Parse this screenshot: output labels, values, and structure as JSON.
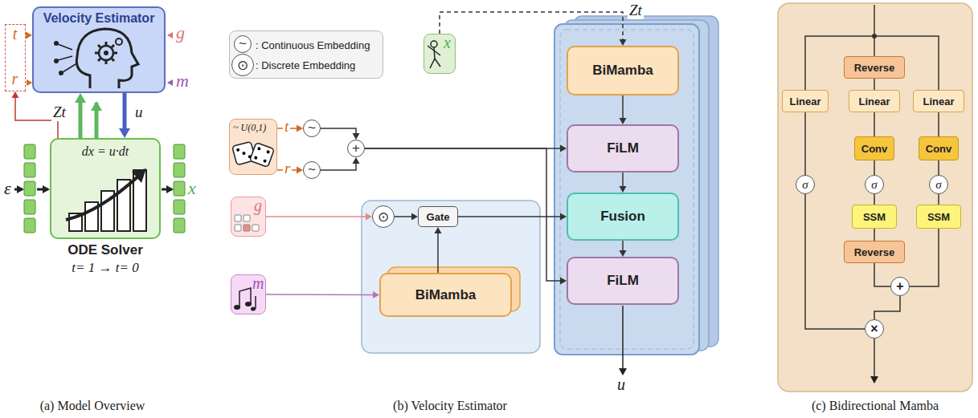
{
  "diagram": {
    "nodes": [
      {
        "text": [
          "Velocity Estimator"
        ]
      },
      {
        "text": [
          "dx = u·dt",
          "ODE Solver",
          "t= 1 → t= 0"
        ]
      },
      {
        "text": [
          "t",
          "r"
        ]
      },
      {
        "text": [
          ": Continuous Embedding",
          ": Discrete Embedding"
        ]
      },
      {
        "text": [
          "~"
        ],
        "in": 3
      },
      {
        "text": [
          "⊙"
        ],
        "in": 3
      },
      {
        "text": [
          "~ U(0,1)"
        ]
      },
      {
        "text": [
          "~"
        ]
      },
      {
        "text": [
          "~"
        ]
      },
      {
        "text": [
          "+"
        ]
      },
      {
        "text": [
          "g"
        ]
      },
      {
        "text": [
          "m"
        ]
      },
      {
        "text": [
          "⊙"
        ]
      },
      {
        "text": [
          "Gate"
        ]
      },
      {
        "text": [
          "BiMamba"
        ]
      },
      {
        "text": [
          "x"
        ]
      },
      {
        "text": [
          "BiMamba"
        ]
      },
      {
        "text": [
          "FiLM"
        ]
      },
      {
        "text": [
          "Fusion"
        ]
      },
      {
        "text": [
          "FiLM"
        ]
      },
      {
        "text": [
          "Linear"
        ]
      },
      {
        "text": [
          "Reverse"
        ]
      },
      {
        "text": [
          "Linear"
        ]
      },
      {
        "text": [
          "Linear"
        ]
      },
      {
        "text": [
          "Conv"
        ]
      },
      {
        "text": [
          "Conv"
        ]
      },
      {
        "text": [
          "σ"
        ]
      },
      {
        "text": [
          "σ"
        ]
      },
      {
        "text": [
          "σ"
        ]
      },
      {
        "text": [
          "SSM"
        ]
      },
      {
        "text": [
          "SSM"
        ]
      },
      {
        "text": [
          "Reverse"
        ]
      },
      {
        "text": [
          "+"
        ]
      },
      {
        "text": [
          "×"
        ]
      }
    ],
    "edges": [
      {
        "from": 2,
        "to": 0,
        "arrow": "to"
      },
      {
        "from": 1,
        "to": 0,
        "label": "Zt",
        "arrow": "to"
      },
      {
        "from": 0,
        "to": 1,
        "label": "u",
        "arrow": "to"
      },
      {
        "from": 1,
        "to": 2,
        "arrow": "to"
      },
      {
        "from": 6,
        "to": 7,
        "label": "t",
        "arrow": "to"
      },
      {
        "from": 6,
        "to": 8,
        "label": "r",
        "arrow": "to"
      },
      {
        "from": 7,
        "to": 9,
        "arrow": "to"
      },
      {
        "from": 8,
        "to": 9,
        "arrow": "to"
      },
      {
        "from": 9,
        "to": 17,
        "arrow": "to"
      },
      {
        "from": 9,
        "to": 19,
        "arrow": "to"
      },
      {
        "from": 10,
        "to": 12,
        "arrow": "to"
      },
      {
        "from": 11,
        "to": 14,
        "arrow": "to"
      },
      {
        "from": 12,
        "to": 13,
        "arrow": "to"
      },
      {
        "from": 14,
        "to": 13,
        "arrow": "to"
      },
      {
        "from": 13,
        "to": 18,
        "arrow": "to"
      },
      {
        "from": 15,
        "to": 16,
        "label": "Zt",
        "arrow": "to"
      },
      {
        "from": 16,
        "to": 17,
        "arrow": "to"
      },
      {
        "from": 17,
        "to": 18,
        "arrow": "to"
      },
      {
        "from": 18,
        "to": 19,
        "arrow": "to"
      },
      {
        "from": 20,
        "to": 26,
        "arrow": "none"
      },
      {
        "from": 21,
        "to": 22,
        "arrow": "none"
      },
      {
        "from": 22,
        "to": 24,
        "arrow": "none"
      },
      {
        "from": 24,
        "to": 27,
        "arrow": "none"
      },
      {
        "from": 27,
        "to": 29,
        "arrow": "none"
      },
      {
        "from": 29,
        "to": 31,
        "arrow": "none"
      },
      {
        "from": 31,
        "to": 32,
        "arrow": "none"
      },
      {
        "from": 23,
        "to": 25,
        "arrow": "none"
      },
      {
        "from": 25,
        "to": 28,
        "arrow": "none"
      },
      {
        "from": 28,
        "to": 30,
        "arrow": "none"
      },
      {
        "from": 30,
        "to": 32,
        "arrow": "none"
      },
      {
        "from": 26,
        "to": 33,
        "arrow": "none"
      },
      {
        "from": 32,
        "to": 33,
        "arrow": "none"
      }
    ],
    "labels": [
      "g",
      "m",
      "ε",
      "x",
      "u",
      "(a) Model Overview",
      "(b) Velocity Estimator",
      "(c) Bidirectional Mamba"
    ]
  }
}
